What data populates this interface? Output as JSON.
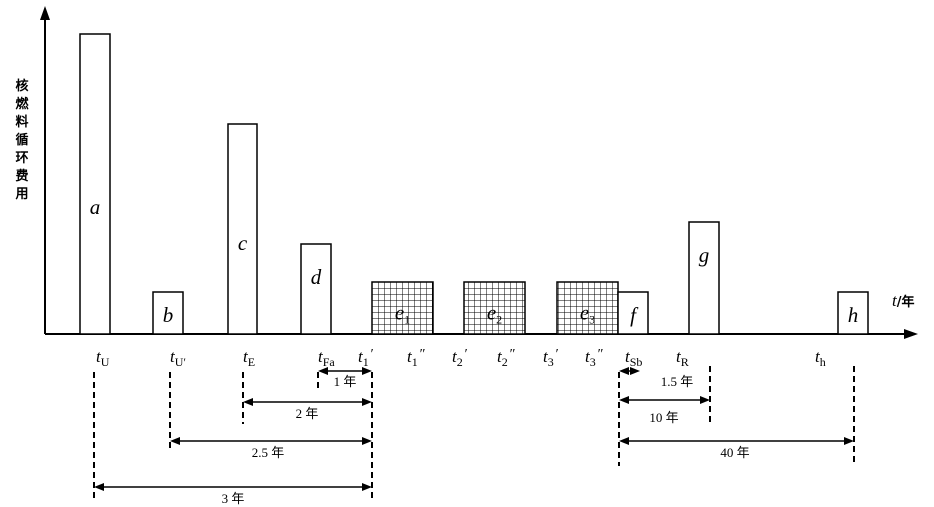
{
  "y_axis_label": "核燃料循环费用",
  "x_axis_label": {
    "var": "t",
    "unit": "/年"
  },
  "bars": [
    {
      "label": "a",
      "height": 300
    },
    {
      "label": "b",
      "height": 42
    },
    {
      "label": "c",
      "height": 210
    },
    {
      "label": "d",
      "height": 90
    },
    {
      "label": "e",
      "sub": "1",
      "height": 52,
      "pattern": "grid"
    },
    {
      "label": "e",
      "sub": "2",
      "height": 52,
      "pattern": "grid"
    },
    {
      "label": "e",
      "sub": "3",
      "height": 52,
      "pattern": "grid"
    },
    {
      "label": "f",
      "height": 42
    },
    {
      "label": "g",
      "height": 112
    },
    {
      "label": "h",
      "height": 42
    }
  ],
  "time_labels": [
    {
      "base": "t",
      "sub": "U"
    },
    {
      "base": "t",
      "sub": "U′"
    },
    {
      "base": "t",
      "sub": "E"
    },
    {
      "base": "t",
      "sub": "Fa"
    },
    {
      "base": "t",
      "sub": "1",
      "mark": "′"
    },
    {
      "base": "t",
      "sub": "1",
      "mark": "″"
    },
    {
      "base": "t",
      "sub": "2",
      "mark": "′"
    },
    {
      "base": "t",
      "sub": "2",
      "mark": "″"
    },
    {
      "base": "t",
      "sub": "3",
      "mark": "′"
    },
    {
      "base": "t",
      "sub": "3",
      "mark": "″"
    },
    {
      "base": "t",
      "sub": "Sb"
    },
    {
      "base": "t",
      "sub": "R"
    },
    {
      "base": "t",
      "sub": "h"
    }
  ],
  "durations": [
    {
      "label": "1 年"
    },
    {
      "label": "2 年"
    },
    {
      "label": "2.5 年"
    },
    {
      "label": "3 年"
    },
    {
      "label": "1.5 年"
    },
    {
      "label": "10 年"
    },
    {
      "label": "40 年"
    }
  ]
}
